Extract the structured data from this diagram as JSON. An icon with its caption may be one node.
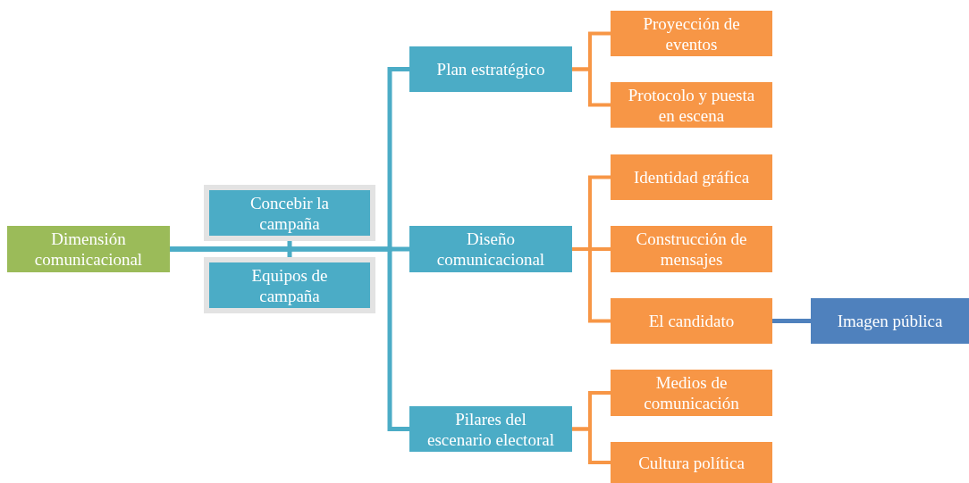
{
  "diagram": {
    "nodes": [
      {
        "text": [
          "Dimensión comunicacional"
        ]
      },
      {
        "text": [
          "Concebir la campaña"
        ]
      },
      {
        "text": [
          "Equipos de campaña"
        ]
      },
      {
        "text": [
          "Plan estratégico"
        ]
      },
      {
        "text": [
          "Diseño comunicacional"
        ]
      },
      {
        "text": [
          "Pilares del escenario electoral"
        ]
      },
      {
        "text": [
          "Proyección de eventos"
        ]
      },
      {
        "text": [
          "Protocolo y puesta en escena"
        ]
      },
      {
        "text": [
          "Identidad gráfica"
        ]
      },
      {
        "text": [
          "Construcción de mensajes"
        ]
      },
      {
        "text": [
          "El candidato"
        ]
      },
      {
        "text": [
          "Imagen pública"
        ]
      },
      {
        "text": [
          "Medios de comunicación"
        ]
      },
      {
        "text": [
          "Cultura política"
        ]
      }
    ],
    "edges": [
      {
        "from": 0,
        "to": 1,
        "arrow": "none",
        "color": "#4bacc6"
      },
      {
        "from": 0,
        "to": 2,
        "arrow": "none",
        "color": "#4bacc6"
      },
      {
        "from": 0,
        "to": 3,
        "arrow": "none",
        "color": "#4bacc6"
      },
      {
        "from": 0,
        "to": 4,
        "arrow": "none",
        "color": "#4bacc6"
      },
      {
        "from": 0,
        "to": 5,
        "arrow": "none",
        "color": "#4bacc6"
      },
      {
        "from": 3,
        "to": 6,
        "arrow": "none"
      },
      {
        "from": 3,
        "to": 7,
        "arrow": "none"
      },
      {
        "from": 4,
        "to": 8,
        "arrow": "none"
      },
      {
        "from": 4,
        "to": 9,
        "arrow": "none"
      },
      {
        "from": 4,
        "to": 10,
        "arrow": "none"
      },
      {
        "from": 10,
        "to": 11,
        "arrow": "none",
        "color": "#4f81bd"
      },
      {
        "from": 5,
        "to": 12,
        "arrow": "none"
      },
      {
        "from": 5,
        "to": 13,
        "arrow": "none"
      }
    ]
  }
}
